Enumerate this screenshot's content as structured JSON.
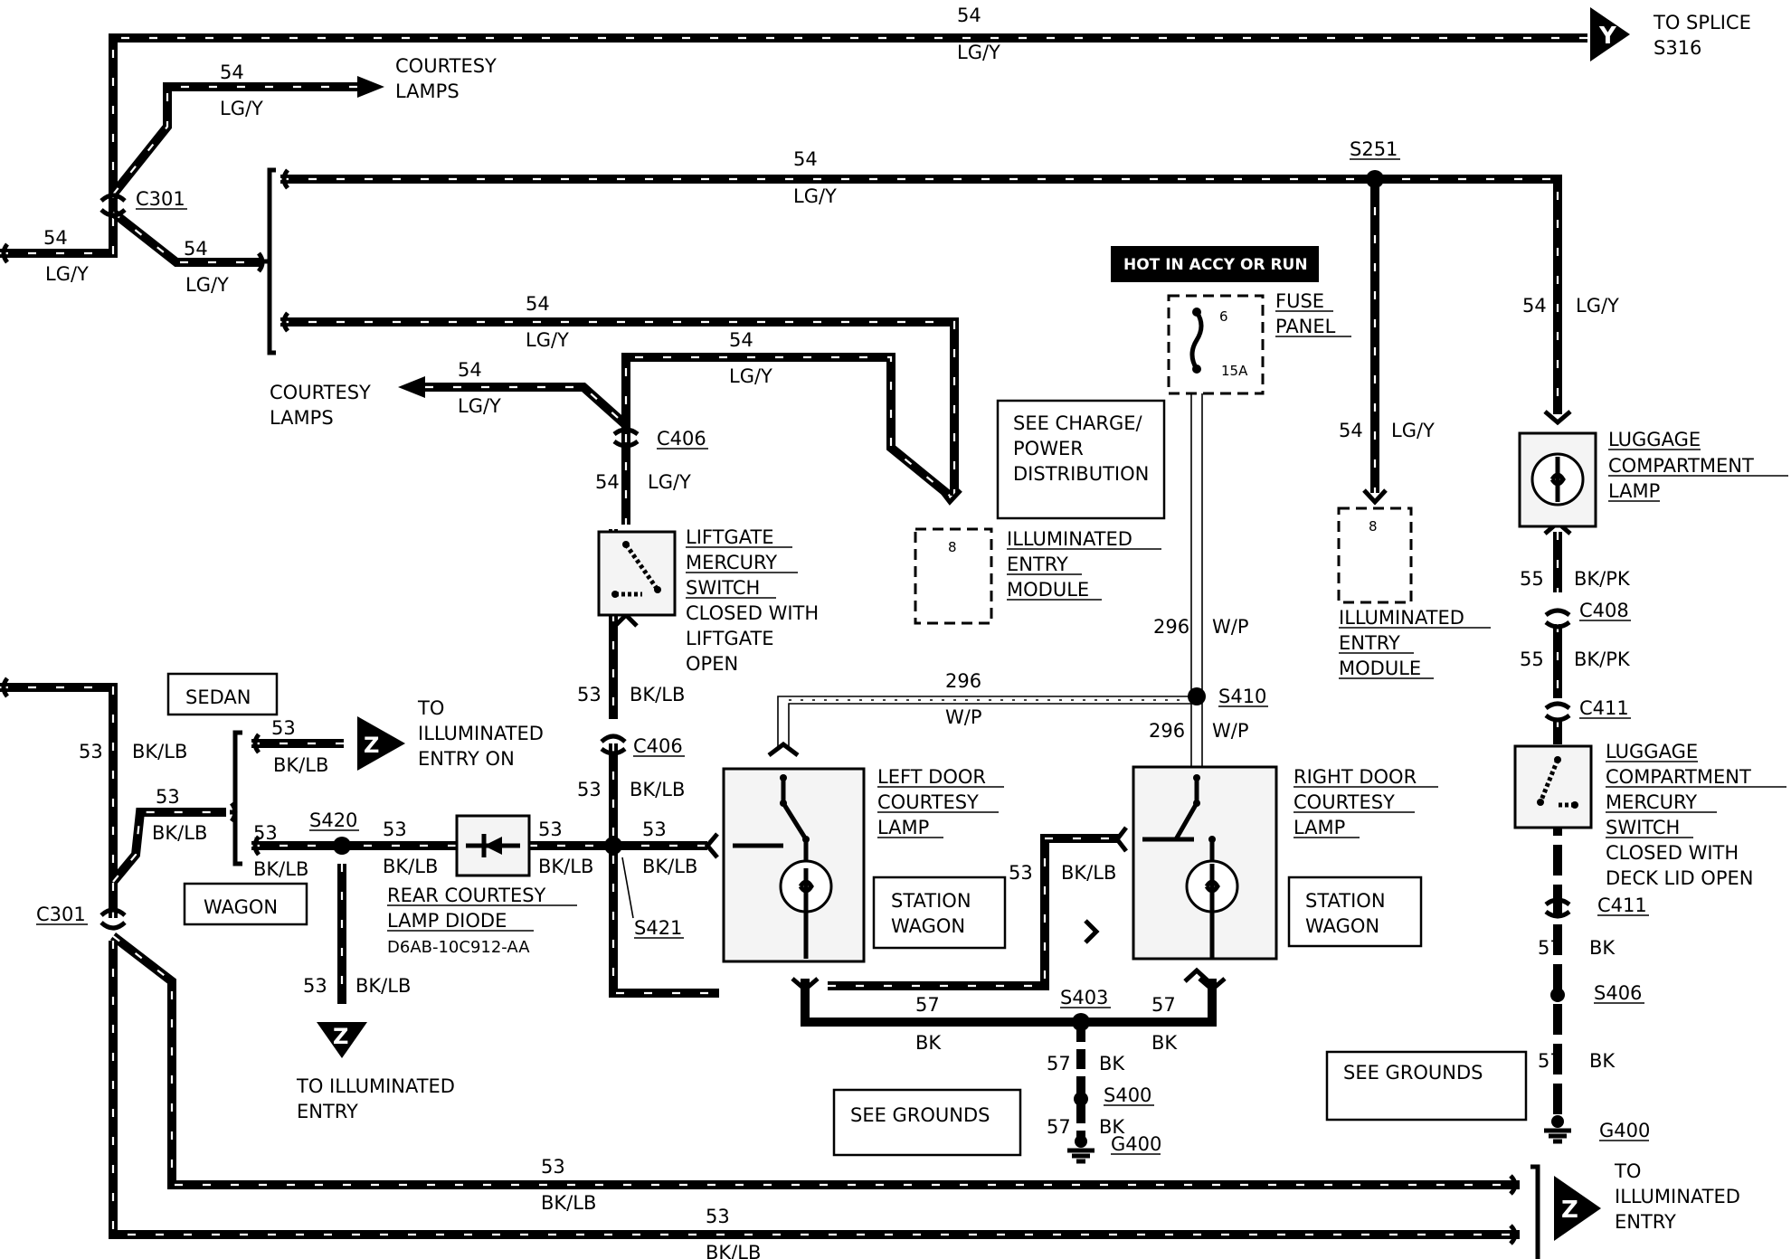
{
  "wires": {
    "c54": "54",
    "c53": "53",
    "c55": "55",
    "c57": "57",
    "c296": "296",
    "lgy": "LG/Y",
    "bklb": "BK/LB",
    "bkpk": "BK/PK",
    "bk": "BK",
    "wp": "W/P"
  },
  "connectors": {
    "c301": "C301",
    "c406": "C406",
    "c408": "C408",
    "c411": "C411",
    "s251": "S251",
    "s316": "S316",
    "s410": "S410",
    "s420": "S420",
    "s421": "S421",
    "s403": "S403",
    "s400": "S400",
    "s406": "S406",
    "g400": "G400"
  },
  "labels": {
    "to_splice": "TO SPLICE",
    "courtesy": "COURTESY",
    "lamps": "LAMPS",
    "hot_banner": "HOT IN ACCY OR RUN",
    "fuse": "FUSE",
    "panel": "PANEL",
    "fuse_num": "6",
    "fuse_amps": "15A",
    "see_charge_1": "SEE CHARGE/",
    "see_charge_2": "POWER",
    "see_charge_3": "DISTRIBUTION",
    "luggage": "LUGGAGE",
    "compartment": "COMPARTMENT",
    "lamp": "LAMP",
    "illuminated": "ILLUMINATED",
    "entry": "ENTRY",
    "module": "MODULE",
    "pin8": "8",
    "liftgate": "LIFTGATE",
    "mercury": "MERCURY",
    "switch": "SWITCH",
    "closed_with": "CLOSED WITH",
    "liftgate_open": "OPEN",
    "sedan": "SEDAN",
    "wagon": "WAGON",
    "to": "TO",
    "entry_on": "ENTRY ON",
    "rear_courtesy": "REAR COURTESY",
    "lamp_diode": "LAMP DIODE",
    "diode_part": "D6AB-10C912-AA",
    "left_door": "LEFT DOOR",
    "right_door": "RIGHT DOOR",
    "station": "STATION",
    "to_illuminated": "TO ILLUMINATED",
    "see_grounds": "SEE GROUNDS",
    "deck_lid_open": "DECK LID OPEN",
    "marker_y": "Y",
    "marker_z": "Z"
  }
}
